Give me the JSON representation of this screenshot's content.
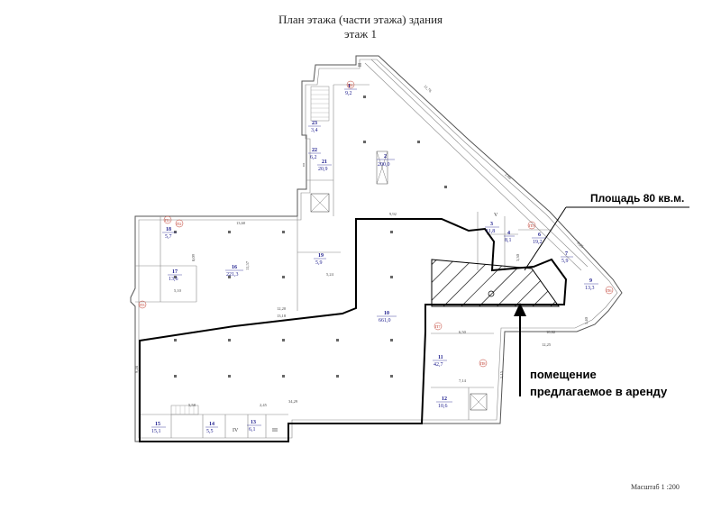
{
  "header": {
    "title": "План этажа (части этажа) здания",
    "floor": "этаж 1"
  },
  "scale": "Масштаб 1 :200",
  "callouts": {
    "area_label": "Площадь  80 кв.м.",
    "rent_line1": "помещение",
    "rent_line2": "предлагаемое в аренду"
  },
  "rooms": [
    {
      "no": "1",
      "area": "9,2"
    },
    {
      "no": "2",
      "area": "200,0"
    },
    {
      "no": "3",
      "area": "11,8"
    },
    {
      "no": "4",
      "area": "8,1"
    },
    {
      "no": "6",
      "area": "19,2"
    },
    {
      "no": "7",
      "area": "5,9"
    },
    {
      "no": "9",
      "area": "13,3"
    },
    {
      "no": "10",
      "area": "661,0"
    },
    {
      "no": "11",
      "area": "42,7"
    },
    {
      "no": "12",
      "area": "10,6"
    },
    {
      "no": "13",
      "area": "6,1"
    },
    {
      "no": "14",
      "area": "5,5"
    },
    {
      "no": "15",
      "area": "15,1"
    },
    {
      "no": "16",
      "area": "221,3"
    },
    {
      "no": "17",
      "area": "13,6"
    },
    {
      "no": "18",
      "area": "5,7"
    },
    {
      "no": "19",
      "area": "5,9"
    },
    {
      "no": "21",
      "area": "20,9"
    },
    {
      "no": "22",
      "area": "6,2"
    },
    {
      "no": "23",
      "area": "3,4"
    }
  ],
  "stair_labels": [
    "I",
    "II",
    "III",
    "IV",
    "V"
  ],
  "dims": [
    "13,60",
    "9,92",
    "12,20",
    "13,18",
    "10,62",
    "12,25",
    "9,28",
    "34,29",
    "5,58",
    "2,45",
    "8,09",
    "11,57",
    "5,24",
    "6,50",
    "7,14",
    "5,15",
    "5,10",
    "11,76",
    "2,66",
    "8,25",
    "5,40",
    "3,30"
  ],
  "tags": [
    "П1",
    "П2",
    "П3",
    "П4",
    "П5",
    "П6",
    "П7",
    "П8"
  ],
  "colors": {
    "boundary": "#000000",
    "room_text": "#1a1a8c",
    "tag": "#c0392b"
  }
}
